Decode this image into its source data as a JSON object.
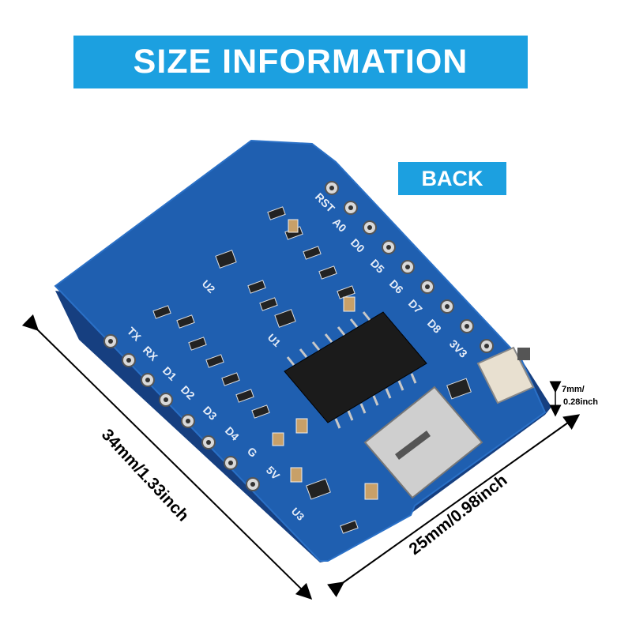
{
  "banner": {
    "title": "SIZE INFORMATION"
  },
  "labels": {
    "side": "BACK"
  },
  "dimensions": {
    "length": "34mm/1.33inch",
    "width": "25mm/0.98inch",
    "height_mm": "7mm/",
    "height_inch": "0.28inch"
  },
  "pins_left": [
    "TX",
    "RX",
    "D1",
    "D2",
    "D3",
    "D4",
    "G",
    "5V"
  ],
  "pins_right": [
    "RST",
    "A0",
    "D0",
    "D5",
    "D6",
    "D7",
    "D8",
    "3V3"
  ],
  "silkscreen": {
    "u3": "U3",
    "u2": "U2",
    "u1": "U1"
  },
  "colors": {
    "accent": "#1ca0e0",
    "pcb": "#1f5fb0",
    "pcb_dark": "#163f80"
  }
}
